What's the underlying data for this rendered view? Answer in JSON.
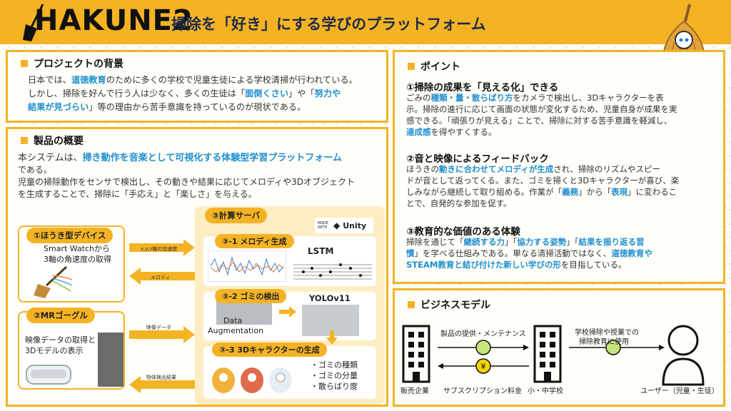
{
  "header": {
    "logo": "HAKUNE2",
    "title": "掃除を「好き」にする学びのプラットフォーム"
  },
  "background": {
    "title": "プロジェクトの背景",
    "l1a": "日本では、",
    "l1b": "道徳教育",
    "l1c": "のために多くの学校で児童生徒による学校清掃が行われている。",
    "l2a": "しかし、掃除を好んで行う人は少なく、多くの生徒は「",
    "l2b": "面倒くさい",
    "l2c": "」や「",
    "l2d": "努力や",
    "l3a": "結果が見づらい",
    "l3b": "」等の理由から苦手意識を持っているのが現状である。"
  },
  "overview": {
    "title": "製品の概要",
    "l1a": "本システムは、",
    "l1b": "掃き動作を音楽として可視化する体験型学習プラットフォーム",
    "l2": "である。",
    "l3": "児童の掃除動作をセンサで検出し、その動きや結果に応じてメロディや3Dオブジェクト",
    "l4": "を生成することで、掃除に「手応え」と「楽しさ」を与える。"
  },
  "diagram": {
    "device1": "①ほうき型デバイス",
    "device1_text1": "Smart Watchから",
    "device1_text2": "3軸の角速度の取得",
    "device2": "②MRゴーグル",
    "device2_text1": "映像データの取得と",
    "device2_text2": "3Dモデルの表示",
    "server": "③計算サーバ",
    "made_with": "MADE WITH",
    "unity": "Unity",
    "s1": "③-1 メロディ生成",
    "lstm": "LSTM",
    "s2": "③-2 ゴミの検出",
    "yolo": "YOLOv11",
    "data_aug1": "Data",
    "data_aug2": "Augmentation",
    "s3": "③-3 3Dキャラクターの生成",
    "attr1": "・ゴミの種類",
    "attr2": "・ゴミの分量",
    "attr3": "・散らばり度",
    "arrow1": "x,y,z軸の加速度",
    "arrow2": "メロディ",
    "arrow3": "映像データ",
    "arrow4": "物体検出結果"
  },
  "points": {
    "title": "ポイント",
    "p1_title": "①掃除の成果を「見える化」できる",
    "p1_l1a": "ごみの",
    "p1_l1b": "種類・量・散らばり方",
    "p1_l1c": "をカメラで検出し、3Dキャラクターを表",
    "p1_l2": "示。掃除の進行に応じて画面の状態が変化するため、児童自身が成果を実",
    "p1_l3": "感できる。「頑張りが見える」ことで、掃除に対する苦手意識を軽減し、",
    "p1_l4a": "達成感",
    "p1_l4b": "を得やすくする。",
    "p2_title": "②音と映像によるフィードバック",
    "p2_l1a": "ほうきの",
    "p2_l1b": "動きに合わせてメロディが生成",
    "p2_l1c": "され、掃除のリズムやスピー",
    "p2_l2": "ドが音として返ってくる。また、ゴミを掃くと3Dキャラクターが喜び、楽",
    "p2_l3a": "しみながら継続して取り組める。作業が「",
    "p2_l3b": "義務",
    "p2_l3c": "」から「",
    "p2_l3d": "表現",
    "p2_l3e": "」に変わるこ",
    "p2_l4": "とで、自発的な参加を促す。",
    "p3_title": "③教育的な価値のある体験",
    "p3_l1a": "掃除を通じて「",
    "p3_l1b": "継続する力",
    "p3_l1c": "」「",
    "p3_l1d": "協力する姿勢",
    "p3_l1e": "」「",
    "p3_l1f": "結果を振り返る習",
    "p3_l2a": "慣",
    "p3_l2b": "」を学べる仕組みである。単なる清掃活動ではなく、",
    "p3_l2c": "道徳教育や",
    "p3_l3a": "STEAM教育と結び付けた新しい学びの形",
    "p3_l3b": "を目指している。"
  },
  "business": {
    "title": "ビジネスモデル",
    "label_top1": "製品の提供・メンテナンス",
    "label_top2a": "学校掃除や授業での",
    "label_top2b": "掃除教育に使用",
    "seller": "販売企業",
    "fee": "サブスクリプション料金",
    "school": "小・中学校",
    "user": "ユーザー（児童・生徒）",
    "yen": "¥"
  },
  "colors": {
    "accent": "#f4b324",
    "highlight": "#1f8fd0",
    "node": "#c4e67a"
  }
}
